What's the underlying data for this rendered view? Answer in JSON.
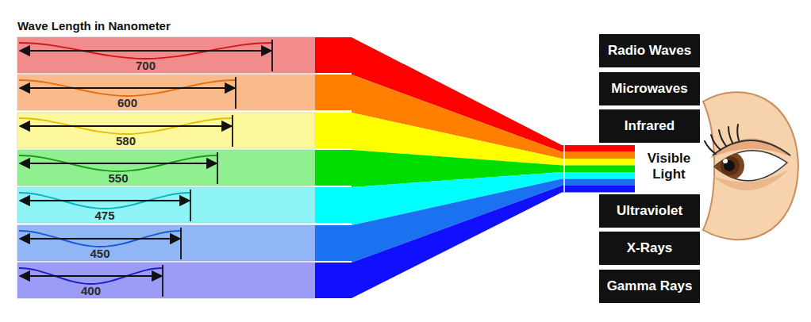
{
  "diagram": {
    "title": "Wave Length in Nanometer",
    "nodes": [
      {
        "text": [
          "700"
        ]
      },
      {
        "text": [
          "600"
        ]
      },
      {
        "text": [
          "580"
        ]
      },
      {
        "text": [
          "550"
        ]
      },
      {
        "text": [
          "475"
        ]
      },
      {
        "text": [
          "450"
        ]
      },
      {
        "text": [
          "400"
        ]
      },
      {
        "text": [
          "Radio Waves"
        ]
      },
      {
        "text": [
          "Microwaves"
        ]
      },
      {
        "text": [
          "Infrared"
        ]
      },
      {
        "text": [
          "Ultraviolet"
        ]
      },
      {
        "text": [
          "X-Rays"
        ]
      },
      {
        "text": [
          "Gamma Rays"
        ]
      }
    ],
    "labels": [
      "Visible Light"
    ]
  }
}
